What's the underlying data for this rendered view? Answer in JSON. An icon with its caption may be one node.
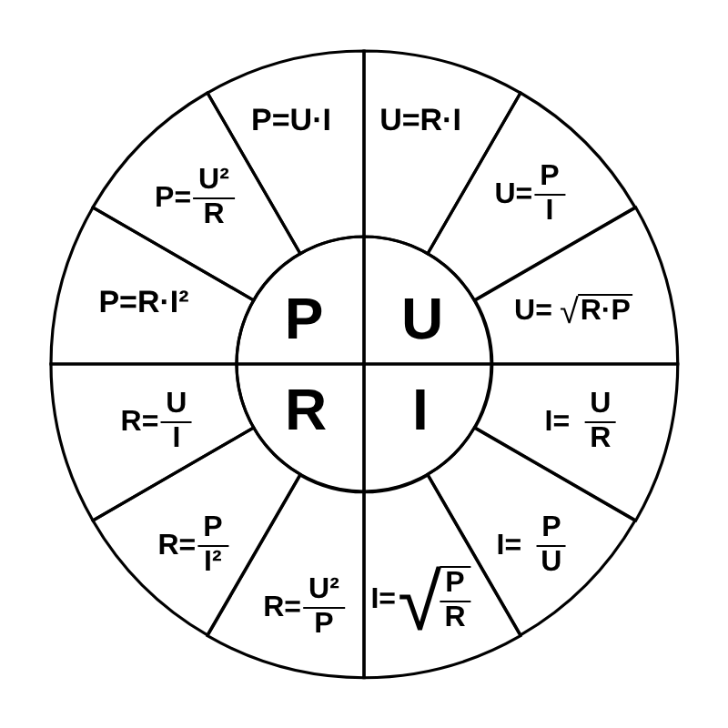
{
  "diagram": {
    "nodes": [
      {
        "text": [
          "P=U·I"
        ]
      },
      {
        "text": [
          "U=R·I"
        ]
      },
      {
        "text": [
          "P=",
          "U²",
          "R"
        ]
      },
      {
        "text": [
          "U=",
          "P",
          "I"
        ]
      },
      {
        "text": [
          "P=R·I²"
        ]
      },
      {
        "text": [
          "U=",
          "√",
          "R·P"
        ]
      },
      {
        "text": [
          "P"
        ]
      },
      {
        "text": [
          "U"
        ]
      },
      {
        "text": [
          "R"
        ]
      },
      {
        "text": [
          "I"
        ]
      },
      {
        "text": [
          "R=",
          "U",
          "I"
        ]
      },
      {
        "text": [
          "I=",
          "U",
          "R"
        ]
      },
      {
        "text": [
          "R=",
          "P",
          "I²"
        ]
      },
      {
        "text": [
          "I=",
          "P",
          "U"
        ]
      },
      {
        "text": [
          "R=",
          "U²",
          "P"
        ]
      },
      {
        "text": [
          "I=",
          "√",
          "P",
          "R"
        ]
      }
    ]
  }
}
